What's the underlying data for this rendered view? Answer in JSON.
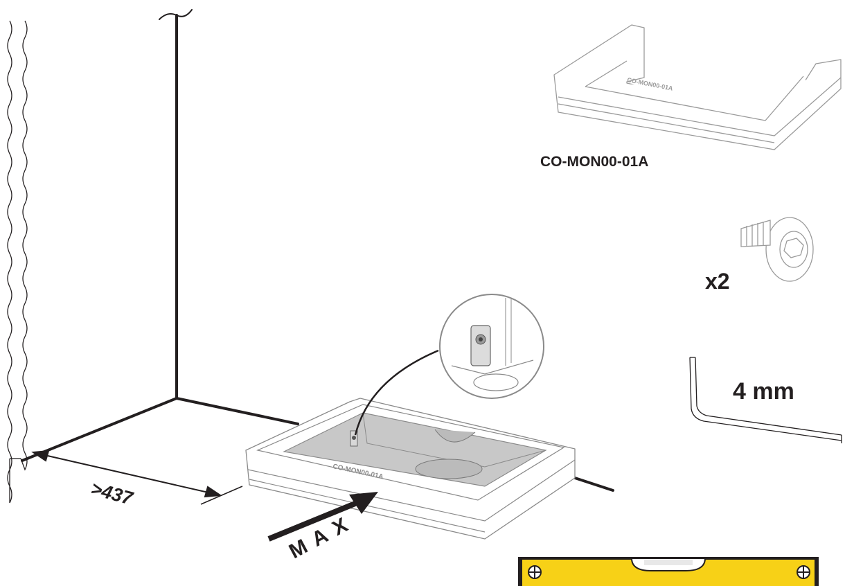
{
  "labels": {
    "part_code": "CO-MON00-01A",
    "screw_quantity": "x2",
    "hex_key_size": "4 mm",
    "min_distance": ">437",
    "max_push": "MAX"
  },
  "embossed": {
    "frame_top_code": "CO-MON00-01A",
    "frame_main_code": "CO-MON00-01A"
  },
  "colors": {
    "line": "#231f20",
    "level_yellow": "#f7d117",
    "panel_grey": "#c8c8c8",
    "outline_grey": "#8a8a8a"
  },
  "icons": [
    "wall-icon",
    "monitor-frame-icon",
    "screw-icon",
    "hex-key-icon",
    "spirit-level-icon",
    "push-arrow-icon"
  ]
}
